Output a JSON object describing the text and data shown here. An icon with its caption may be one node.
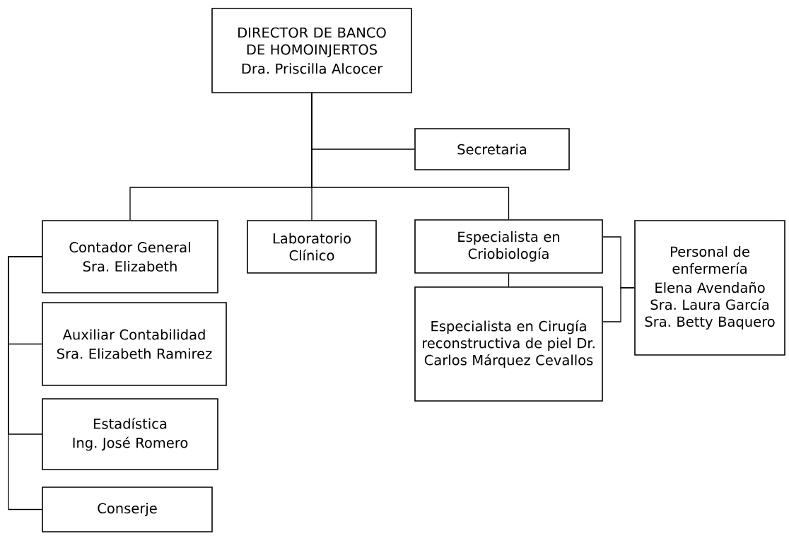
{
  "diagram": {
    "nodes": [
      {
        "text": [
          "DIRECTOR DE BANCO DE HOMOINJERTOS",
          "Dra. Priscilla Alcocer"
        ]
      },
      {
        "text": [
          "Secretaria"
        ]
      },
      {
        "text": [
          "Contador General",
          "Sra. Elizabeth"
        ]
      },
      {
        "text": [
          "Laboratorio Clínico"
        ]
      },
      {
        "text": [
          "Especialista en Criobiología"
        ]
      },
      {
        "text": [
          "Auxiliar Contabilidad",
          "Sra. Elizabeth Ramirez"
        ]
      },
      {
        "text": [
          "Especialista en Cirugía reconstructiva de piel Dr. Carlos Márquez Cevallos"
        ]
      },
      {
        "text": [
          "Personal de enfermería",
          "Elena Avendaño Sra. Laura García Sra. Betty Baquero"
        ]
      },
      {
        "text": [
          "Estadística",
          "Ing. José Romero"
        ]
      },
      {
        "text": [
          "Conserje"
        ]
      }
    ],
    "edges": [
      {
        "from": 0,
        "to": 1,
        "arrow": "none"
      },
      {
        "from": 0,
        "to": 2,
        "arrow": "none"
      },
      {
        "from": 0,
        "to": 3,
        "arrow": "none"
      },
      {
        "from": 0,
        "to": 4,
        "arrow": "none"
      },
      {
        "from": 2,
        "to": 5,
        "arrow": "none"
      },
      {
        "from": 2,
        "to": 8,
        "arrow": "none"
      },
      {
        "from": 2,
        "to": 9,
        "arrow": "none"
      },
      {
        "from": 4,
        "to": 6,
        "arrow": "none"
      },
      {
        "from": 4,
        "to": 7,
        "arrow": "none"
      },
      {
        "from": 6,
        "to": 7,
        "arrow": "none"
      }
    ]
  }
}
